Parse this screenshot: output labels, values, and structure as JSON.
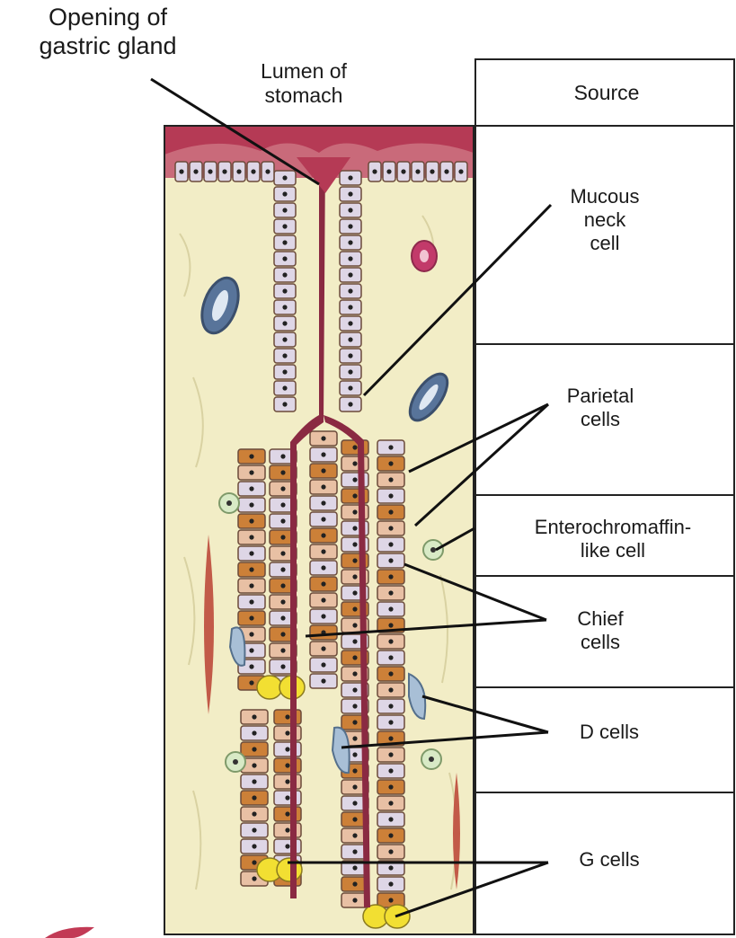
{
  "labels": {
    "opening": "Opening of\ngastric gland",
    "lumen": "Lumen of\nstomach",
    "source": "Source",
    "mucous_neck": "Mucous\nneck\ncell",
    "parietal": "Parietal\ncells",
    "ecl": "Enterochromaffin-\nlike cell",
    "chief": "Chief\ncells",
    "d_cells": "D cells",
    "g_cells": "G cells"
  },
  "colors": {
    "lumen": "#b53a55",
    "tissue": "#f2edc6",
    "mucous_cell": "#ded6e6",
    "parietal_cell": "#cc8038",
    "chief_cell": "#e8c0a4",
    "g_cell": "#f2df32",
    "d_cell": "#a8bfd6",
    "ecl_cell": "#d8eac6",
    "vessel": "#58749a",
    "line": "#111111"
  }
}
